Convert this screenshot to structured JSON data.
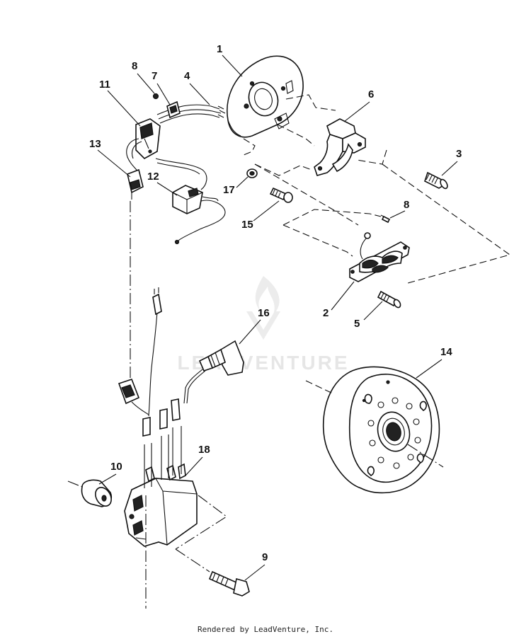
{
  "callouts": {
    "c1": "1",
    "c2": "2",
    "c3": "3",
    "c4": "4",
    "c5": "5",
    "c6": "6",
    "c7": "7",
    "c8a": "8",
    "c8b": "8",
    "c9": "9",
    "c10": "10",
    "c11": "11",
    "c12": "12",
    "c13": "13",
    "c14": "14",
    "c15": "15",
    "c16": "16",
    "c17": "17",
    "c18": "18"
  },
  "watermark": "LEADVENTURE",
  "footer": "Rendered by LeadVenture, Inc."
}
